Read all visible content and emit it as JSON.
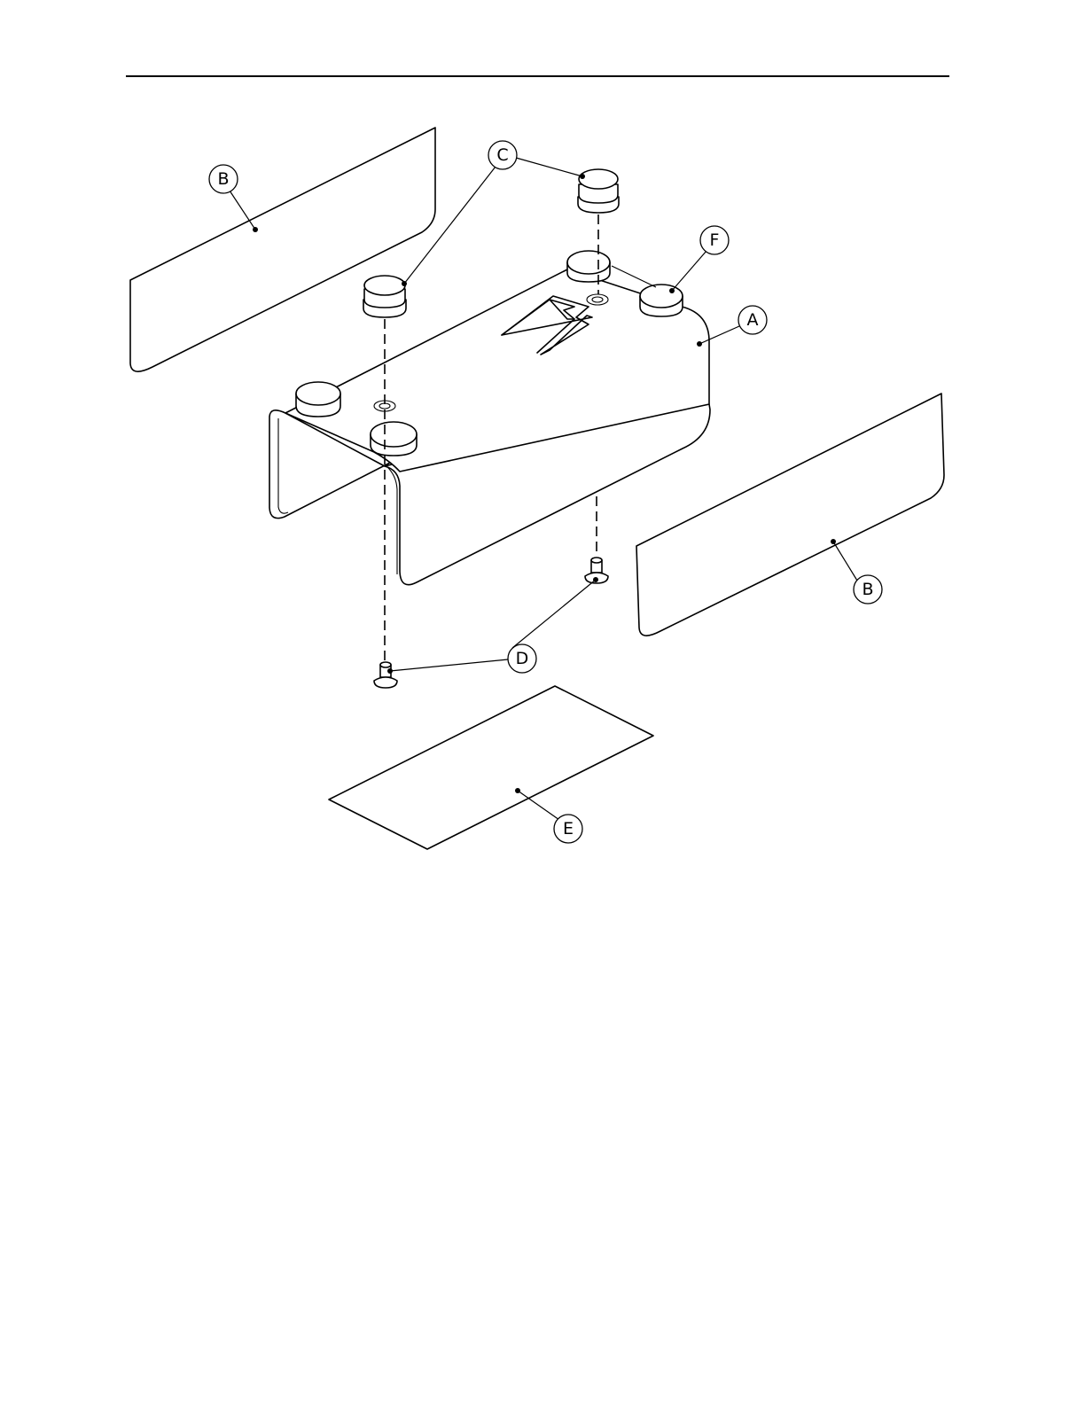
{
  "callouts": {
    "a": "A",
    "b_top": "B",
    "b_right": "B",
    "c": "C",
    "d": "D",
    "e": "E",
    "f": "F"
  }
}
